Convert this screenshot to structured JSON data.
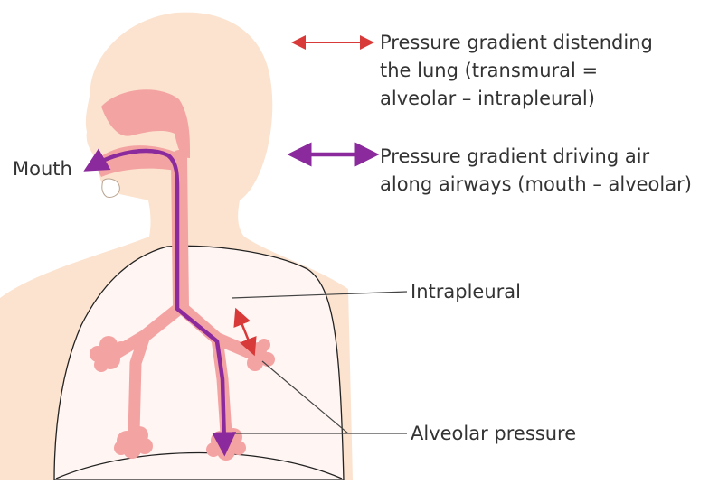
{
  "labels": {
    "mouth": "Mouth",
    "intrapleural": "Intrapleural",
    "alveolar_pressure": "Alveolar pressure"
  },
  "legend": {
    "red_arrow": {
      "line1": "Pressure gradient distending",
      "line2": "the lung (transmural =",
      "line3": "alveolar – intrapleural)",
      "color": "#d83a3a"
    },
    "purple_arrow": {
      "line1": "Pressure gradient driving air",
      "line2": "along airways (mouth – alveolar)",
      "color": "#8a2a9c"
    }
  },
  "colors": {
    "skin": "#fbe3cf",
    "airway": "#f4a3a3",
    "lung_fill": "#fff5f2",
    "outline": "#222222",
    "leader": "#444444"
  }
}
